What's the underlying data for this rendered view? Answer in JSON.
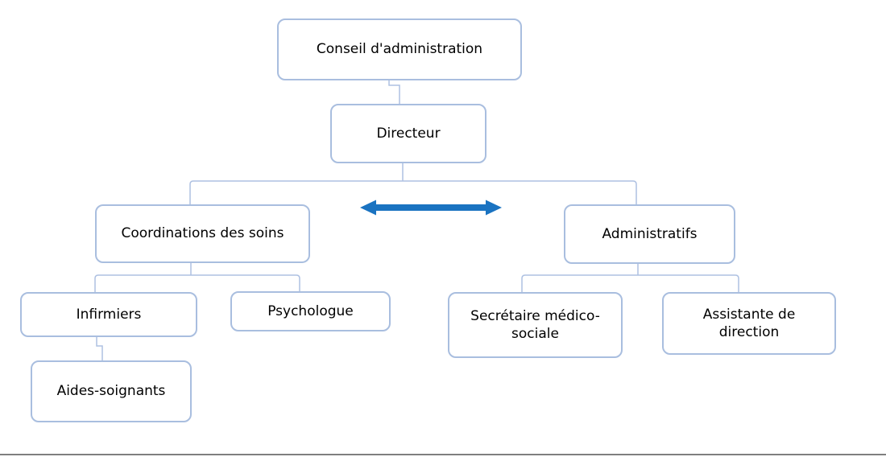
{
  "diagram": {
    "type": "org-chart",
    "nodes": {
      "conseil": {
        "label": "Conseil d'administration"
      },
      "directeur": {
        "label": "Directeur"
      },
      "coordinations": {
        "label": "Coordinations des soins"
      },
      "administratifs": {
        "label": "Administratifs"
      },
      "infirmiers": {
        "label": "Infirmiers"
      },
      "psychologue": {
        "label": "Psychologue"
      },
      "aides": {
        "label": "Aides-soignants"
      },
      "secretaire": {
        "label": "Secrétaire médico-\nsociale"
      },
      "assistante": {
        "label": "Assistante de\ndirection"
      }
    },
    "edges": [
      {
        "from": "conseil",
        "to": "directeur"
      },
      {
        "from": "directeur",
        "to": "coordinations"
      },
      {
        "from": "directeur",
        "to": "administratifs"
      },
      {
        "from": "coordinations",
        "to": "infirmiers"
      },
      {
        "from": "coordinations",
        "to": "psychologue"
      },
      {
        "from": "infirmiers",
        "to": "aides"
      },
      {
        "from": "administratifs",
        "to": "secretaire"
      },
      {
        "from": "administratifs",
        "to": "assistante"
      }
    ],
    "annotations": [
      {
        "type": "bidirectional-arrow",
        "between": [
          "coordinations",
          "administratifs"
        ]
      }
    ],
    "colors": {
      "background": "#ffffff",
      "box_border": "#a9bedf",
      "connector": "#aec1e2",
      "arrow": "#1a73c1",
      "footer_line": "#7f7f7f",
      "text": "#000000"
    }
  }
}
